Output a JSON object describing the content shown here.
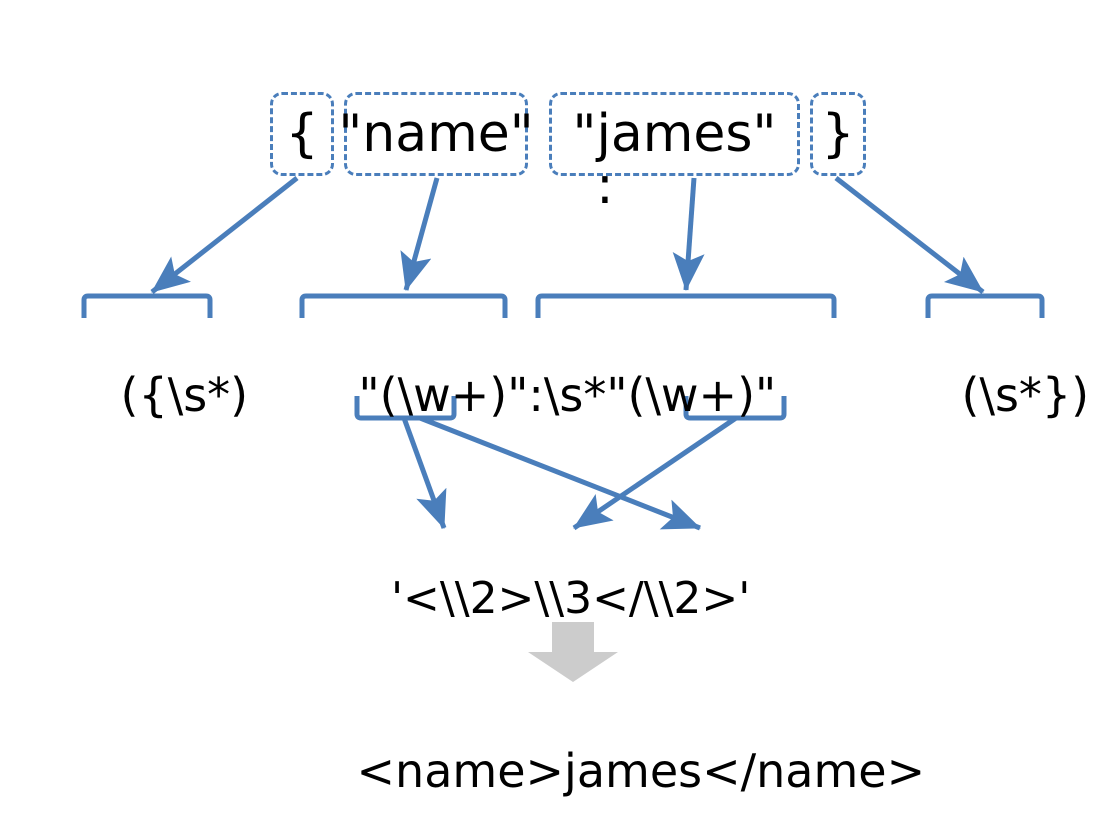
{
  "diagram": {
    "title": "JSON to XML regex substitution diagram",
    "colors": {
      "accent_blue": "#4a7ebb",
      "text_black": "#000000",
      "block_arrow_gray": "#c9c9c9",
      "background": "#ffffff"
    },
    "input_row": {
      "label": "json-input-tokens",
      "tokens": [
        {
          "id": "open-brace",
          "text": "{"
        },
        {
          "id": "key-string",
          "text": "\"name\""
        },
        {
          "id": "value-string",
          "text": "\"james\""
        },
        {
          "id": "close-brace",
          "text": "}"
        }
      ],
      "separator": ":"
    },
    "regex_row": {
      "label": "regex-pattern-parts",
      "parts": [
        {
          "id": "regex-open-brace-group",
          "text": "({\\s*)"
        },
        {
          "id": "regex-key-value-group",
          "text": "\"(\\w+)\":\\s*\"(\\w+)\""
        },
        {
          "id": "regex-close-brace-group",
          "text": "(\\s*})"
        }
      ],
      "full_pattern": "({\\s*)\"(\\w+)\":\\s*\"(\\w+)\"(\\s*})"
    },
    "capture_groups": [
      {
        "id": "group-2",
        "label": "\\\\2",
        "source": "key-string"
      },
      {
        "id": "group-3",
        "label": "\\\\3",
        "source": "value-string"
      }
    ],
    "template_row": {
      "label": "replacement-template",
      "text": "'<\\\\2>\\\\3</\\\\2>'"
    },
    "transform_arrow": {
      "label": "transforms-to",
      "glyph": "down-block-arrow"
    },
    "output_row": {
      "label": "xml-output",
      "text": "<name>james</name>"
    }
  }
}
